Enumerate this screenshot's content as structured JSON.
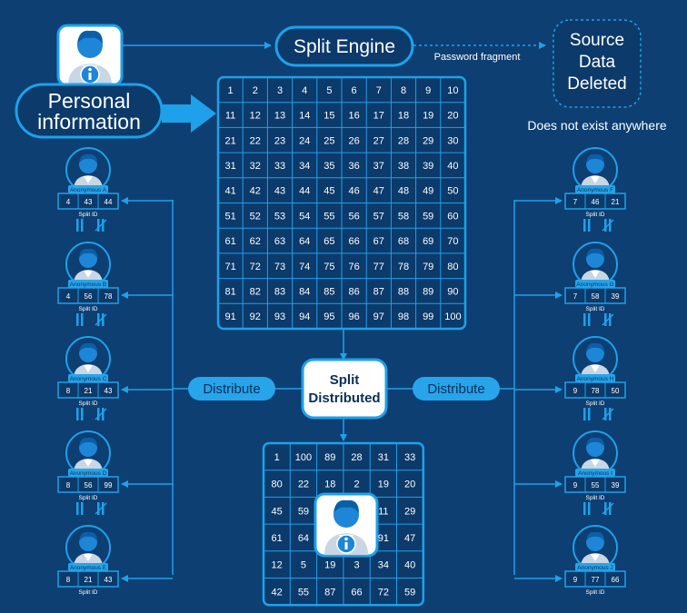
{
  "colors": {
    "background": "#0d3f73",
    "line": "#1ea1ea",
    "box_fill": "#0b3a6b",
    "accent": "#27a4ea",
    "dark_text": "#0a2f5a",
    "skin": "#ffffff"
  },
  "icons": {
    "person_info": "person-info-icon",
    "anonymous_person": "anonymous-person-icon",
    "equals": "equals-sign-icon",
    "not_equal": "not-equal-sign-icon"
  },
  "labels": {
    "personal_information": [
      "Personal",
      "information"
    ],
    "split_engine": "Split Engine",
    "password_fragment": "Password fragment",
    "source_deleted": [
      "Source",
      "Data",
      "Deleted"
    ],
    "does_not_exist": "Does not exist anywhere",
    "distribute_left": "Distribute",
    "distribute_right": "Distribute",
    "split_distributed": [
      "Split",
      "Distributed"
    ],
    "split_id": "Split ID"
  },
  "grid_top": [
    [
      1,
      2,
      3,
      4,
      5,
      6,
      7,
      8,
      9,
      10
    ],
    [
      11,
      12,
      13,
      14,
      15,
      16,
      17,
      18,
      19,
      20
    ],
    [
      21,
      22,
      23,
      24,
      25,
      26,
      27,
      28,
      29,
      30
    ],
    [
      31,
      32,
      33,
      34,
      35,
      36,
      37,
      38,
      39,
      40
    ],
    [
      41,
      42,
      43,
      44,
      45,
      46,
      47,
      48,
      49,
      50
    ],
    [
      51,
      52,
      53,
      54,
      55,
      56,
      57,
      58,
      59,
      60
    ],
    [
      61,
      62,
      63,
      64,
      65,
      66,
      67,
      68,
      69,
      70
    ],
    [
      71,
      72,
      73,
      74,
      75,
      76,
      77,
      78,
      79,
      80
    ],
    [
      81,
      82,
      83,
      84,
      85,
      86,
      87,
      88,
      89,
      90
    ],
    [
      91,
      92,
      93,
      94,
      95,
      96,
      97,
      98,
      99,
      100
    ]
  ],
  "grid_bottom": [
    [
      "1",
      "100",
      "89",
      "28",
      "31",
      "33"
    ],
    [
      "80",
      "22",
      "18",
      "2",
      "19",
      "20"
    ],
    [
      "45",
      "59",
      "",
      "",
      "11",
      "29"
    ],
    [
      "61",
      "64",
      "",
      "",
      "91",
      "47"
    ],
    [
      "12",
      "5",
      "19",
      "3",
      "34",
      "40"
    ],
    [
      "42",
      "55",
      "87",
      "66",
      "72",
      "59"
    ]
  ],
  "left_people": [
    {
      "name": "Anonymous A",
      "values": [
        "4",
        "43",
        "44"
      ]
    },
    {
      "name": "Anonymous B",
      "values": [
        "4",
        "56",
        "78"
      ]
    },
    {
      "name": "Anonymous C",
      "values": [
        "8",
        "21",
        "43"
      ]
    },
    {
      "name": "Anonymous D",
      "values": [
        "8",
        "56",
        "99"
      ]
    },
    {
      "name": "Anonymous E",
      "values": [
        "8",
        "21",
        "43"
      ]
    }
  ],
  "right_people": [
    {
      "name": "Anonymous F",
      "values": [
        "7",
        "46",
        "21"
      ]
    },
    {
      "name": "Anonymous G",
      "values": [
        "7",
        "58",
        "39"
      ]
    },
    {
      "name": "Anonymous H",
      "values": [
        "9",
        "78",
        "50"
      ]
    },
    {
      "name": "Anonymous I",
      "values": [
        "9",
        "55",
        "39"
      ]
    },
    {
      "name": "Anonymous J",
      "values": [
        "9",
        "77",
        "66"
      ]
    }
  ]
}
